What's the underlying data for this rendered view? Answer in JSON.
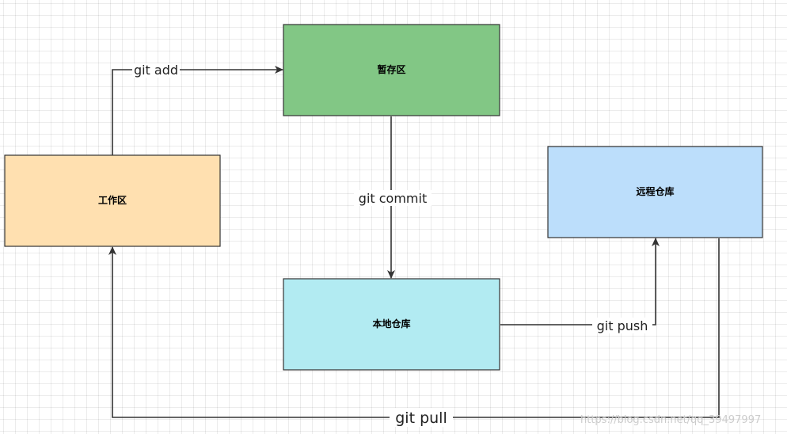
{
  "nodes": {
    "staging": {
      "label": "暂存区",
      "color": "#82c785"
    },
    "workspace": {
      "label": "工作区",
      "color": "#ffe0b0"
    },
    "remote": {
      "label": "远程仓库",
      "color": "#bcdefb"
    },
    "local": {
      "label": "本地仓库",
      "color": "#b2ebf2"
    }
  },
  "edges": {
    "git_add": "git add",
    "git_commit": "git commit",
    "git_push": "git push",
    "git_pull": "git pull"
  },
  "watermark": "https://blog.csdn.net/qq_39497997"
}
